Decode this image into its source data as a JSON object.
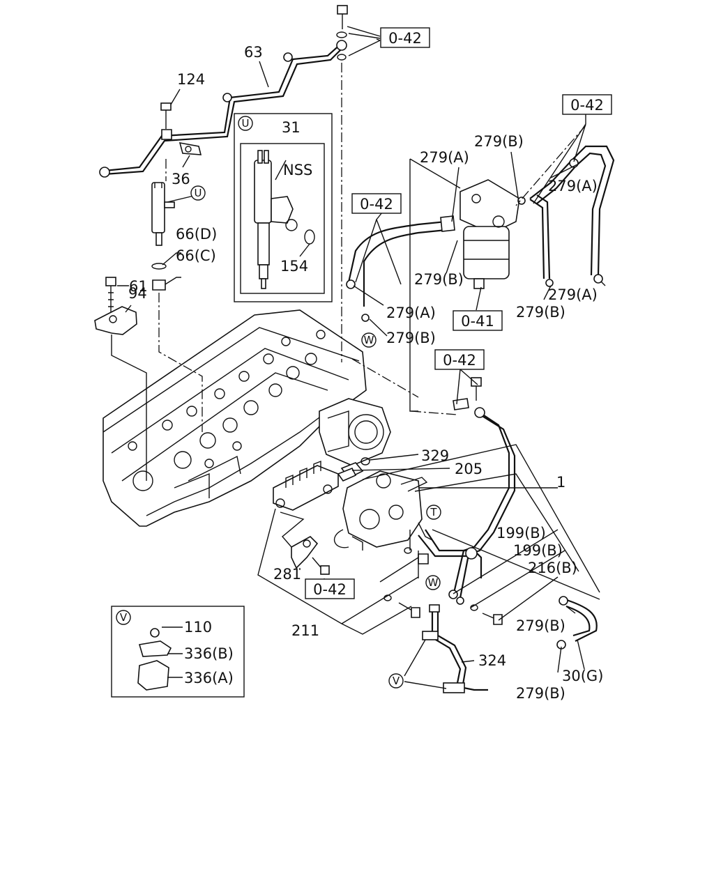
{
  "callouts": {
    "c63": "63",
    "c124": "124",
    "c36": "36",
    "c31": "31",
    "cNSS": "NSS",
    "c154": "154",
    "c66d": "66(D)",
    "c66c": "66(C)",
    "c61": "61",
    "c94": "94",
    "c279a_1": "279(A)",
    "c279b_1": "279(B)",
    "c279a_2": "279(A)",
    "c279b_2": "279(B)",
    "c279a_3": "279(A)",
    "c279b_3": "279(B)",
    "c279a_4": "279(A)",
    "c279b_4": "279(B)",
    "c279b_5": "279(B)",
    "c279b_6": "279(B)",
    "c329": "329",
    "c205": "205",
    "c1": "1",
    "c199b_1": "199(B)",
    "c199b_2": "199(B)",
    "c216b": "216(B)",
    "c281": "281",
    "c211": "211",
    "c324": "324",
    "c30g": "30(G)",
    "c110": "110",
    "c336b": "336(B)",
    "c336a": "336(A)"
  },
  "ref_boxes": {
    "r1": "0-42",
    "r2": "0-42",
    "r3": "0-42",
    "r4": "0-42",
    "r5": "0-42",
    "r6": "0-41"
  },
  "markers": {
    "U1": "U",
    "U2": "U",
    "V1": "V",
    "V2": "V",
    "T": "T",
    "W1": "W",
    "W2": "W"
  }
}
